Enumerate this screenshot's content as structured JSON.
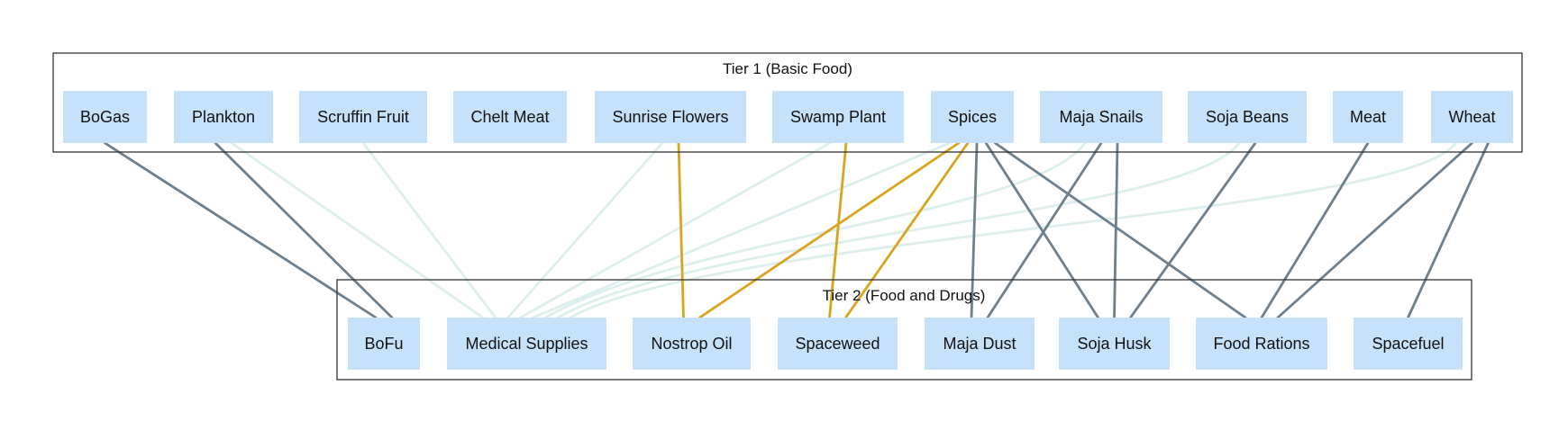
{
  "clusters": [
    {
      "id": "tier1",
      "label": "Tier 1 (Basic Food)"
    },
    {
      "id": "tier2",
      "label": "Tier 2 (Food and Drugs)"
    }
  ],
  "nodes": {
    "tier1": [
      "BoGas",
      "Plankton",
      "Scruffin Fruit",
      "Chelt Meat",
      "Sunrise Flowers",
      "Swamp Plant",
      "Spices",
      "Maja Snails",
      "Soja Beans",
      "Meat",
      "Wheat"
    ],
    "tier2": [
      "BoFu",
      "Medical Supplies",
      "Nostrop Oil",
      "Spaceweed",
      "Maja Dust",
      "Soja Husk",
      "Food Rations",
      "Spacefuel"
    ]
  },
  "edges": [
    {
      "from": "Plankton",
      "to": "Medical Supplies",
      "style": "faint"
    },
    {
      "from": "Scruffin Fruit",
      "to": "Medical Supplies",
      "style": "faint"
    },
    {
      "from": "Sunrise Flowers",
      "to": "Medical Supplies",
      "style": "faint"
    },
    {
      "from": "Swamp Plant",
      "to": "Medical Supplies",
      "style": "faint"
    },
    {
      "from": "Spices",
      "to": "Medical Supplies",
      "style": "faint"
    },
    {
      "from": "Maja Snails",
      "to": "Medical Supplies",
      "style": "faint"
    },
    {
      "from": "Soja Beans",
      "to": "Medical Supplies",
      "style": "faint"
    },
    {
      "from": "Wheat",
      "to": "Medical Supplies",
      "style": "faint"
    },
    {
      "from": "BoGas",
      "to": "BoFu",
      "style": "normal"
    },
    {
      "from": "Plankton",
      "to": "BoFu",
      "style": "normal"
    },
    {
      "from": "Spices",
      "to": "Maja Dust",
      "style": "normal"
    },
    {
      "from": "Maja Snails",
      "to": "Maja Dust",
      "style": "normal"
    },
    {
      "from": "Spices",
      "to": "Soja Husk",
      "style": "normal"
    },
    {
      "from": "Maja Snails",
      "to": "Soja Husk",
      "style": "normal"
    },
    {
      "from": "Soja Beans",
      "to": "Soja Husk",
      "style": "normal"
    },
    {
      "from": "Spices",
      "to": "Food Rations",
      "style": "normal"
    },
    {
      "from": "Meat",
      "to": "Food Rations",
      "style": "normal"
    },
    {
      "from": "Wheat",
      "to": "Food Rations",
      "style": "normal"
    },
    {
      "from": "Wheat",
      "to": "Spacefuel",
      "style": "normal"
    },
    {
      "from": "Sunrise Flowers",
      "to": "Nostrop Oil",
      "style": "highlight"
    },
    {
      "from": "Spices",
      "to": "Nostrop Oil",
      "style": "highlight"
    },
    {
      "from": "Swamp Plant",
      "to": "Spaceweed",
      "style": "highlight"
    },
    {
      "from": "Spices",
      "to": "Spaceweed",
      "style": "highlight"
    }
  ],
  "colors": {
    "node_fill": "#c6e2fb",
    "edge_normal": "#6e7f8d",
    "edge_faint": "#ddefec",
    "edge_highlight": "#d9a51f",
    "cluster_border": "#333333"
  }
}
